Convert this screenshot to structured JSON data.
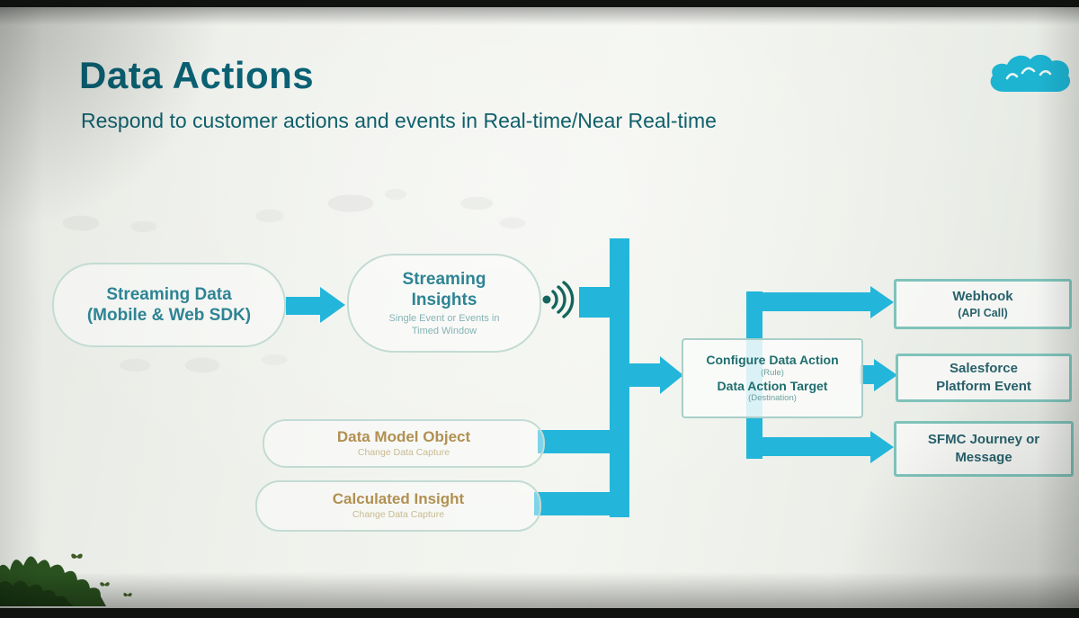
{
  "slide": {
    "title": "Data Actions",
    "subtitle": "Respond to customer actions and events in Real-time/Near Real-time"
  },
  "nodes": {
    "streaming_data": {
      "lines": [
        "Streaming Data",
        "(Mobile & Web SDK)"
      ]
    },
    "streaming_insights": {
      "title_lines": [
        "Streaming",
        "Insights"
      ],
      "sub_lines": [
        "Single Event or Events in",
        "Timed Window"
      ]
    },
    "configure": {
      "lines": [
        "Configure Data Action",
        "(Rule)",
        "Data Action Target",
        "(Destination)"
      ]
    },
    "data_model_object": {
      "title": "Data Model Object",
      "subtitle": "Change Data Capture"
    },
    "calculated_insight": {
      "title": "Calculated Insight",
      "subtitle": "Change Data Capture"
    },
    "webhook": {
      "lines": [
        "Webhook",
        "(API Call)"
      ]
    },
    "platform_event": {
      "lines": [
        "Salesforce",
        "Platform Event"
      ]
    },
    "sfmc": {
      "lines": [
        "SFMC Journey or",
        "Message"
      ]
    }
  },
  "icons": {
    "logo": "salesforce-cloud-icon",
    "signal": "broadcast-icon",
    "decorations": [
      "grass",
      "butterfly"
    ]
  },
  "colors": {
    "accent_cyan": "#23b6da",
    "title_teal": "#0a6173",
    "node_text_teal": "#2e8494",
    "gold_text": "#b19052",
    "dest_text": "#28616b",
    "grass_green": "#2a521f"
  }
}
